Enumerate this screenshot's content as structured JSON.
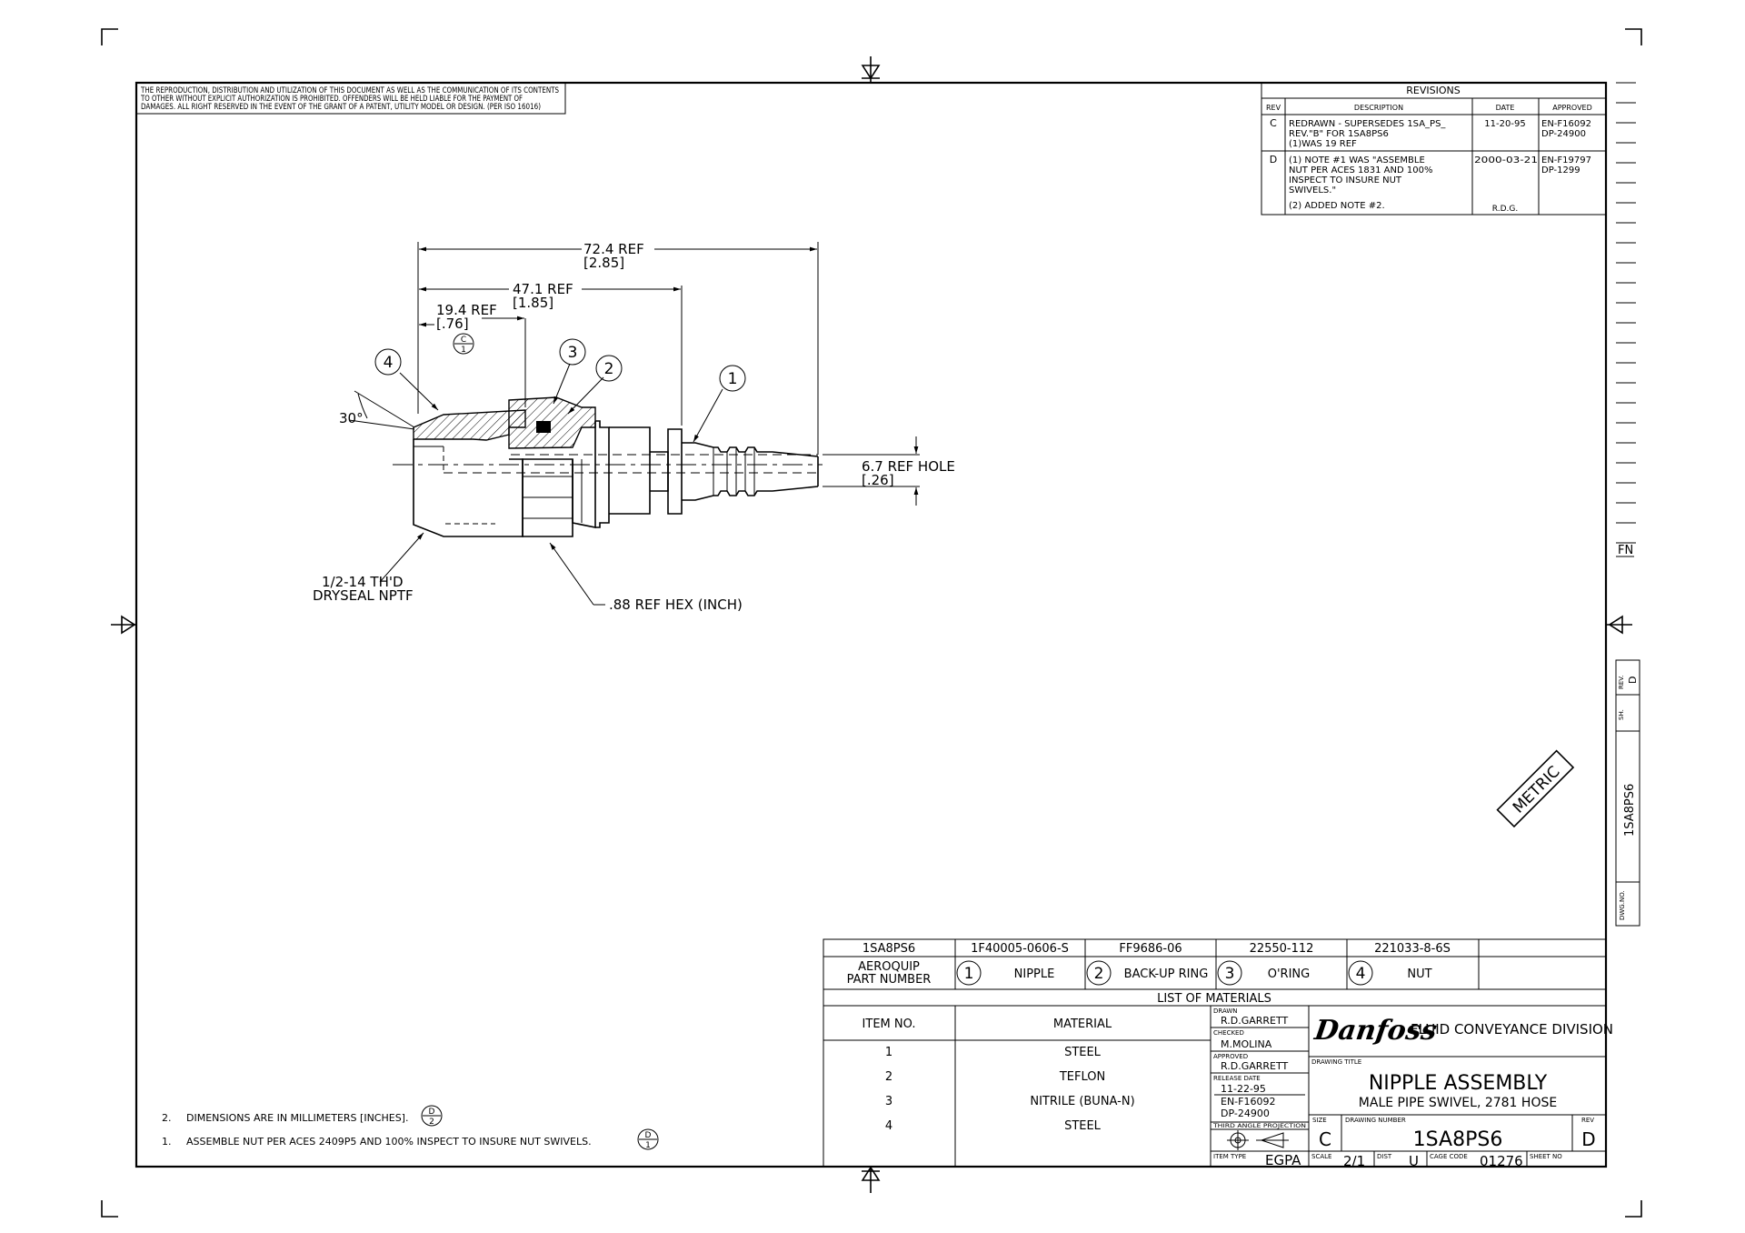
{
  "copyright_notice": [
    "THE REPRODUCTION, DISTRIBUTION AND UTILIZATION OF THIS DOCUMENT AS WELL AS THE COMMUNICATION OF ITS CONTENTS",
    "TO OTHER WITHOUT EXPLICIT AUTHORIZATION IS PROHIBITED. OFFENDERS WILL BE HELD LIABLE FOR THE PAYMENT OF",
    "DAMAGES. ALL RIGHT RESERVED IN THE EVENT OF THE GRANT OF A PATENT, UTILITY MODEL OR DESIGN. (PER ISO 16016)"
  ],
  "revisions": {
    "title": "REVISIONS",
    "headers": [
      "REV",
      "DESCRIPTION",
      "DATE",
      "APPROVED"
    ],
    "rows": [
      {
        "rev": "C",
        "desc": [
          "REDRAWN - SUPERSEDES 1SA_PS_",
          "REV.\"B\" FOR 1SA8PS6",
          "(1)WAS 19 REF"
        ],
        "date": [
          "11-20-95"
        ],
        "approved": [
          "EN-F16092",
          "DP-24900"
        ]
      },
      {
        "rev": "D",
        "desc": [
          "(1) NOTE #1 WAS \"ASSEMBLE",
          "NUT PER ACES 1831 AND 100%",
          "INSPECT TO INSURE NUT",
          "SWIVELS.\"",
          "(2) ADDED NOTE #2."
        ],
        "date": [
          "2000-03-21",
          "R.D.G."
        ],
        "approved": [
          "EN-F19797",
          "DP-1299"
        ]
      }
    ]
  },
  "dimensions": {
    "overall": [
      "72.4 REF",
      "[2.85]"
    ],
    "mid": [
      "47.1 REF",
      "[1.85]"
    ],
    "short": [
      "19.4 REF",
      "[.76]"
    ],
    "angle": "30°",
    "hole": [
      "6.7 REF HOLE",
      "[.26]"
    ],
    "thread": [
      "1/2-14 TH'D",
      "DRYSEAL NPTF"
    ],
    "hex": ".88 REF HEX (INCH)",
    "rev_flag_c": [
      "C",
      "1"
    ]
  },
  "balloons": [
    "4",
    "3",
    "2",
    "1"
  ],
  "metric_stamp": "METRIC",
  "fn_label": "FN",
  "side_strip": {
    "rev_label": "REV.",
    "rev_value": "D",
    "sh_label": "SH.",
    "dwg_number": "1SA8PS6",
    "dwg_label": "DWG.NO."
  },
  "bom_header": {
    "assembly": "1SA8PS6",
    "part_numbers": [
      "1F40005-0606-S",
      "FF9686-06",
      "22550-112",
      "221033-8-6S"
    ],
    "row_label": [
      "AEROQUIP",
      "PART NUMBER"
    ],
    "items": [
      {
        "num": "1",
        "name": "NIPPLE"
      },
      {
        "num": "2",
        "name": "BACK-UP RING"
      },
      {
        "num": "3",
        "name": "O'RING"
      },
      {
        "num": "4",
        "name": "NUT"
      }
    ],
    "list_title": "LIST OF MATERIALS"
  },
  "materials": {
    "headers": [
      "ITEM NO.",
      "MATERIAL"
    ],
    "rows": [
      {
        "item": "1",
        "material": "STEEL"
      },
      {
        "item": "2",
        "material": "TEFLON"
      },
      {
        "item": "3",
        "material": "NITRILE (BUNA-N)"
      },
      {
        "item": "4",
        "material": "STEEL"
      }
    ]
  },
  "title_block": {
    "drawn_label": "DRAWN",
    "drawn": "R.D.GARRETT",
    "checked_label": "CHECKED",
    "checked": "M.MOLINA",
    "approved_label": "APPROVED",
    "approved": "R.D.GARRETT",
    "release_label": "RELEASE DATE",
    "release": "11-22-95",
    "release_en": "EN-F16092",
    "release_dp": "DP-24900",
    "projection_label": "THIRD ANGLE PROJECTION",
    "item_type_label": "ITEM TYPE",
    "item_type": "EGPA",
    "logo": "Danfoss",
    "division": "FLUID CONVEYANCE DIVISION",
    "drawing_title_label": "DRAWING TITLE",
    "title": "NIPPLE ASSEMBLY",
    "subtitle": "MALE PIPE SWIVEL, 2781 HOSE",
    "size_label": "SIZE",
    "size": "C",
    "drawing_number_label": "DRAWING NUMBER",
    "drawing_number": "1SA8PS6",
    "rev_label": "REV",
    "rev": "D",
    "scale_label": "SCALE",
    "scale": "2/1",
    "dist_label": "DIST",
    "dist": "U",
    "cage_label": "CAGE CODE",
    "cage": "01276",
    "sheet_label": "SHEET NO"
  },
  "notes": [
    {
      "num": "2.",
      "text": "DIMENSIONS ARE IN MILLIMETERS [INCHES].",
      "flag": [
        "D",
        "2"
      ]
    },
    {
      "num": "1.",
      "text": "ASSEMBLE NUT PER ACES 2409P5 AND 100% INSPECT TO INSURE NUT SWIVELS.",
      "flag": [
        "D",
        "1"
      ]
    }
  ]
}
